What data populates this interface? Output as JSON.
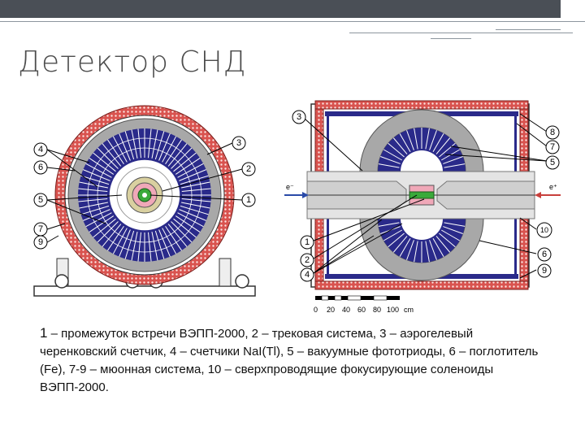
{
  "title": "Детектор СНД",
  "caption": {
    "lead": "1",
    "text": " – промежуток встречи ВЭПП-2000, 2 – трековая система, 3 – аэрогелевый черенковский счетчик, 4 – счетчики NaI(Tl), 5 – вакуумные фототриоды, 6 – поглотитель (Fe), 7-9 – мюонная система, 10 – сверхпроводящие фокусирующие соленоиды ВЭПП-2000."
  },
  "left_view": {
    "callouts": [
      "4",
      "6",
      "5",
      "7",
      "9",
      "3",
      "2",
      "1"
    ]
  },
  "right_view": {
    "callouts_left": [
      "3",
      "1",
      "2",
      "4"
    ],
    "callouts_right": [
      "8",
      "7",
      "5",
      "10",
      "6",
      "9"
    ],
    "beam_left": "e⁻",
    "beam_right": "e⁺"
  },
  "scale": {
    "ticks": [
      "0",
      "20",
      "40",
      "60",
      "80",
      "100"
    ],
    "unit": "cm"
  },
  "colors": {
    "blue": "#2a2a8a",
    "red_shell": "#c8403c",
    "gray": "#9a9a9a",
    "pink": "#f0a8b8",
    "green": "#3aaa3a"
  }
}
